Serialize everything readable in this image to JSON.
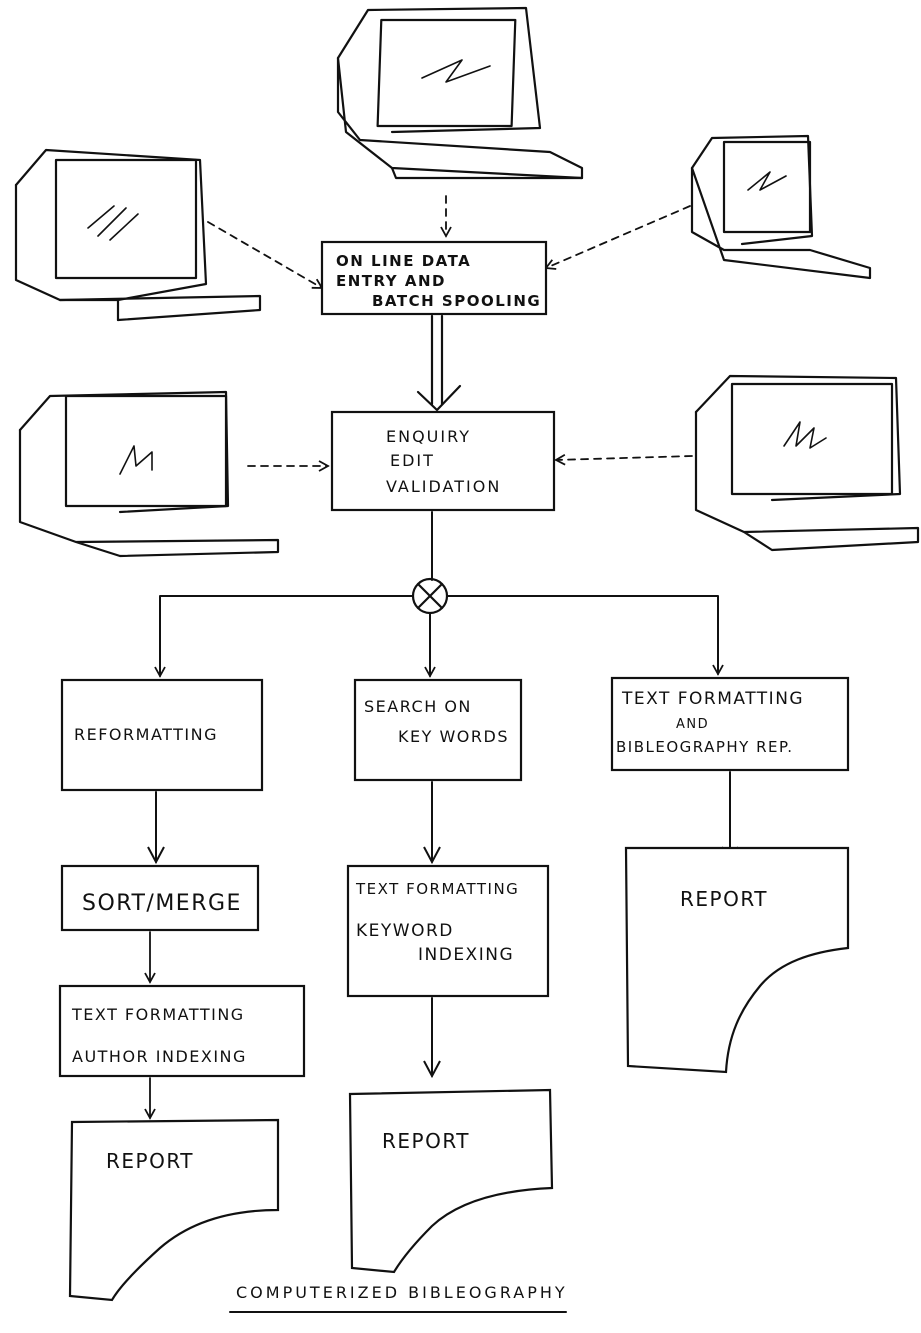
{
  "title": "COMPUTERIZED BIBLEOGRAPHY",
  "nodes": {
    "online_entry": [
      "ON LINE DATA",
      "ENTRY AND",
      "BATCH SPOOLING"
    ],
    "enquiry": [
      "ENQUIRY",
      "EDIT",
      "VALIDATION"
    ],
    "reformatting": [
      "REFORMATTING"
    ],
    "search": [
      "SEARCH ON",
      "KEY WORDS"
    ],
    "text_biblio": [
      "TEXT FORMATTING",
      "AND",
      "BIBLEOGRAPHY REP."
    ],
    "sort_merge": [
      "SORT/MERGE"
    ],
    "keyword_indexing": [
      "TEXT FORMATTING",
      "KEYWORD",
      "INDEXING"
    ],
    "author_indexing": [
      "TEXT FORMATTING",
      "AUTHOR INDEXING"
    ],
    "report_left": "REPORT",
    "report_middle": "REPORT",
    "report_right": "REPORT"
  },
  "terminal_icon": "computer-terminal-icon",
  "merge_icon": "merge-circle-x-icon"
}
